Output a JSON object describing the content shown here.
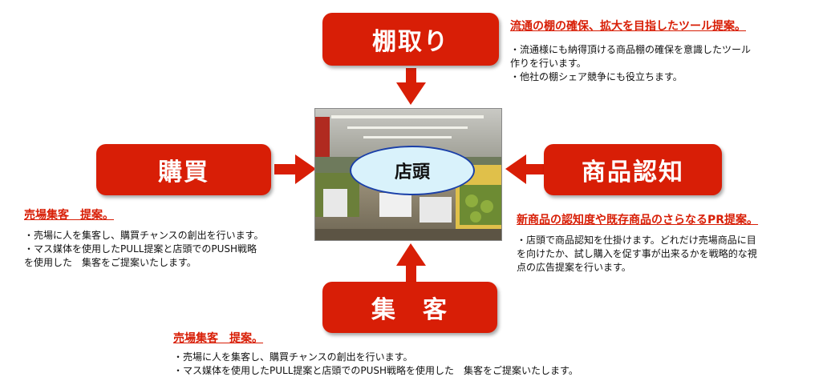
{
  "center": {
    "label": "店頭"
  },
  "boxes": {
    "top": "棚取り",
    "left": "購買",
    "right": "商品認知",
    "bottom": "集　客"
  },
  "top_note": {
    "heading": "流通の棚の確保、拡大を目指したツール提案。",
    "lines": [
      "・流通様にも納得頂ける商品棚の確保を意識したツール",
      "作りを行います。",
      "・他社の棚シェア競争にも役立ちます。"
    ]
  },
  "left_note": {
    "heading": "売場集客　提案。",
    "lines": [
      "・売場に人を集客し、購買チャンスの創出を行います。",
      "・マス媒体を使用したPULL提案と店頭でのPUSH戦略",
      "を使用した　集客をご提案いたします。"
    ]
  },
  "right_note": {
    "heading": "新商品の認知度や既存商品のさらなるPR提案。",
    "lines": [
      "・店頭で商品認知を仕掛けます。どれだけ売場商品に目",
      "を向けたか、試し購入を促す事が出来るかを戦略的な視",
      "点の広告提案を行います。"
    ]
  },
  "bottom_note": {
    "heading": "売場集客　提案。",
    "lines": [
      "・売場に人を集客し、購買チャンスの創出を行います。",
      "・マス媒体を使用したPULL提案と店頭でのPUSH戦略を使用した　集客をご提案いたします。"
    ]
  },
  "colors": {
    "accent": "#d81e06",
    "oval_fill": "#d9f2fb",
    "oval_border": "#1a3fa8"
  }
}
